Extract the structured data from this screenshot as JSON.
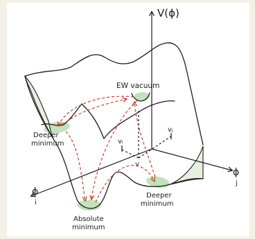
{
  "labels": {
    "potential_axis": "V(ϕ)",
    "phi_i": "ϕ",
    "phi_i_sub": "i",
    "phi_j": "ϕ",
    "phi_j_sub": "j",
    "ew_vacuum": "EW vacuum",
    "deeper_minimum_left_1": "Deeper",
    "deeper_minimum_left_2": "minimum",
    "deeper_minimum_right_1": "Deeper",
    "deeper_minimum_right_2": "minimum",
    "absolute_minimum_1": "Absolute",
    "absolute_minimum_2": "minimum",
    "vi": "vᵢ",
    "vj": "vⱼ",
    "v": "v"
  },
  "colors": {
    "background": "#f3f1e6",
    "panel": "#ffffff",
    "curve": "#1c1c1c",
    "highlight": "#b9dcb1",
    "inner_surface": "#e6f0de",
    "transition_arrow": "#cc2b22"
  }
}
